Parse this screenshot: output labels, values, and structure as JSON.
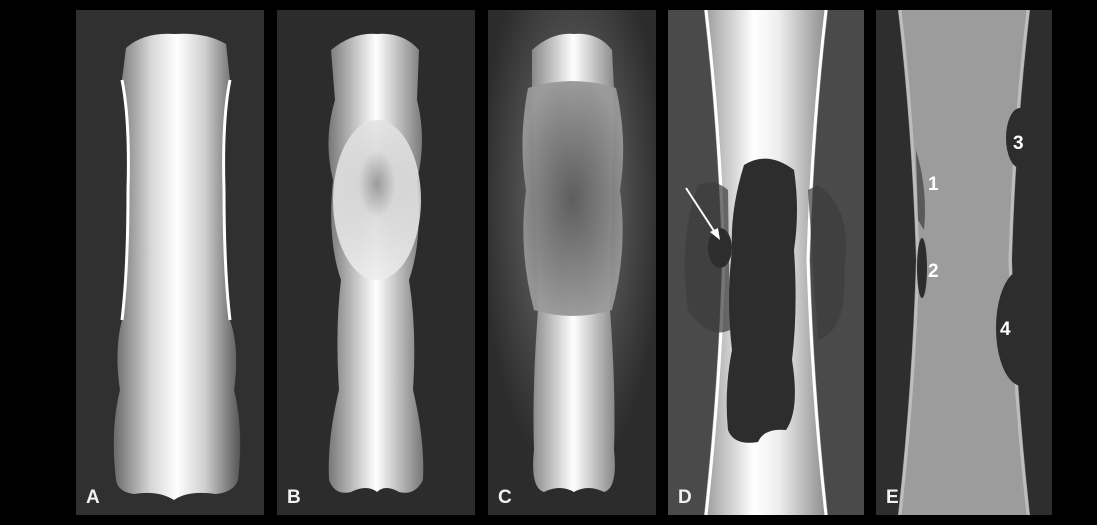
{
  "panels": [
    {
      "label": "A"
    },
    {
      "label": "B"
    },
    {
      "label": "C"
    },
    {
      "label": "D"
    },
    {
      "label": "E"
    }
  ],
  "panel_e_markers": [
    "1",
    "2",
    "3",
    "4"
  ],
  "colors": {
    "background": "#000000",
    "panel_bg_dark": "#2e2e2e",
    "panel_bg_mid": "#4a4a4a",
    "bone_highlight": "#ffffff",
    "bone_shadow": "#6a6a6a",
    "lesion": "#2d2d2d"
  },
  "icons": [
    "arrow-icon"
  ]
}
